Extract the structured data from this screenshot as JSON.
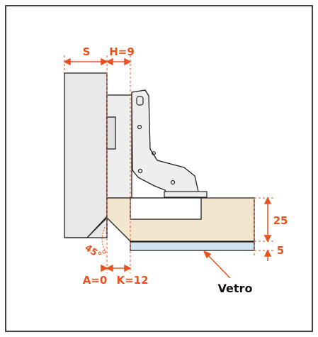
{
  "labels": {
    "s": "S",
    "h": "H=9",
    "a": "A=0",
    "k": "K=12",
    "angle": "45°",
    "thickness_25": "25",
    "thickness_5": "5",
    "glass": "Vetro"
  },
  "colors": {
    "accent": "#e8531f",
    "door_panel": "#e8e8e8",
    "wood": "#f2e6cf",
    "glass": "#cfe4f0",
    "outline": "#222222",
    "frame": "#000000"
  }
}
